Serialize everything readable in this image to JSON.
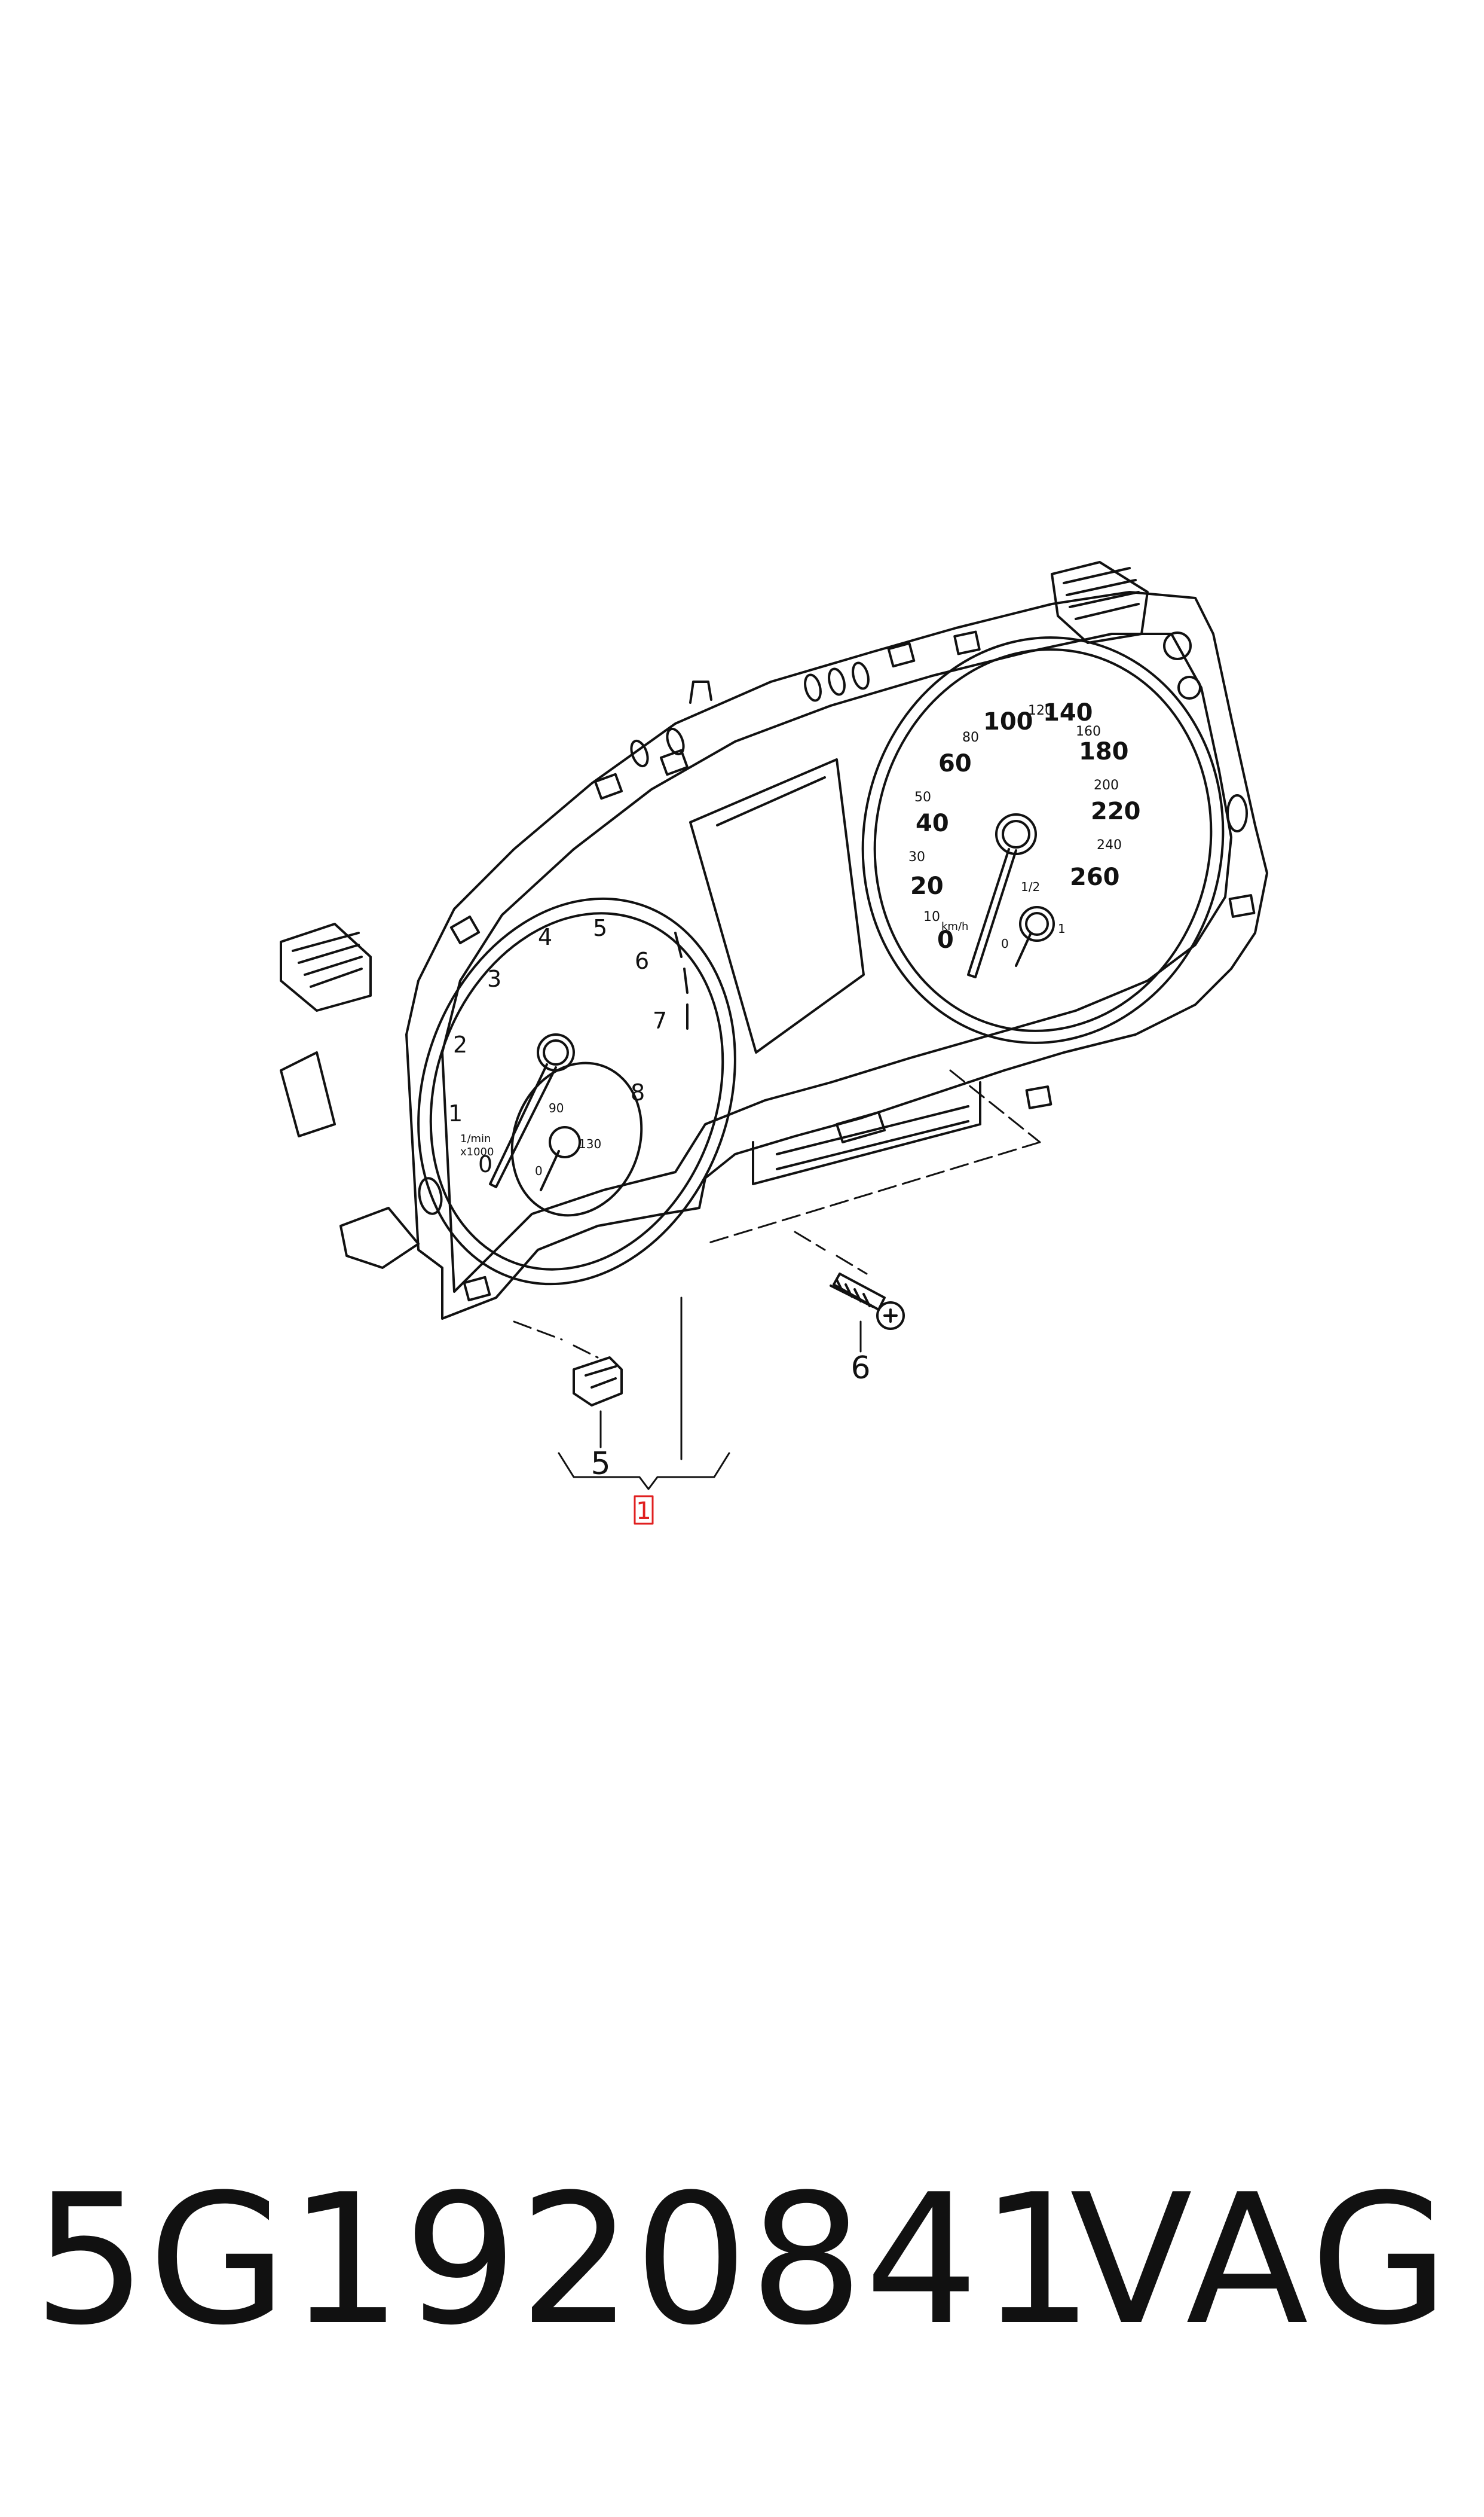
{
  "diagram": {
    "callouts": [
      {
        "id": "callout-1",
        "label": "1",
        "highlight_color": "#e02020"
      },
      {
        "id": "callout-5",
        "label": "5"
      },
      {
        "id": "callout-6",
        "label": "6"
      }
    ],
    "tachometer": {
      "scale": [
        "0",
        "1",
        "2",
        "3",
        "4",
        "5",
        "6",
        "7",
        "8"
      ],
      "unit_line1": "1/min",
      "unit_line2": "x1000",
      "sub_gauge": [
        "0",
        "90",
        "130"
      ]
    },
    "speedometer": {
      "major": [
        "0",
        "20",
        "40",
        "60",
        "100",
        "140",
        "180",
        "220",
        "260"
      ],
      "minor": [
        "10",
        "30",
        "50",
        "80",
        "120",
        "160",
        "200",
        "240"
      ],
      "unit": "km/h",
      "sub_gauge": [
        "0",
        "1/2",
        "1"
      ]
    }
  },
  "footer": {
    "part_number": "5G1920841",
    "brand": "VAG"
  },
  "colors": {
    "line": "#111111",
    "highlight": "#e02020",
    "background": "#ffffff"
  }
}
